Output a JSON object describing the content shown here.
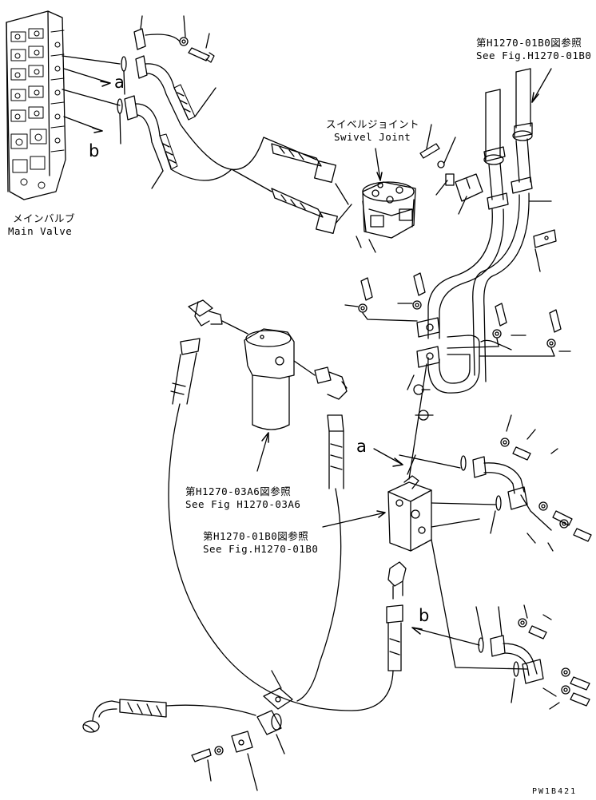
{
  "labels": {
    "main_valve_jp": "メインバルブ",
    "main_valve_en": "Main Valve",
    "swivel_joint_jp": "スイベルジョイント",
    "swivel_joint_en": "Swivel Joint",
    "ref_top_jp": "第H1270-01B0図参照",
    "ref_top_en": "See Fig.H1270-01B0",
    "ref_filter_jp": "第H1270-03A6図参照",
    "ref_filter_en": "See Fig H1270-03A6",
    "ref_mid_jp": "第H1270-01B0図参照",
    "ref_mid_en": "See Fig.H1270-01B0",
    "callout_a": "a",
    "callout_b": "b",
    "drawing_code": "PW1B421"
  }
}
